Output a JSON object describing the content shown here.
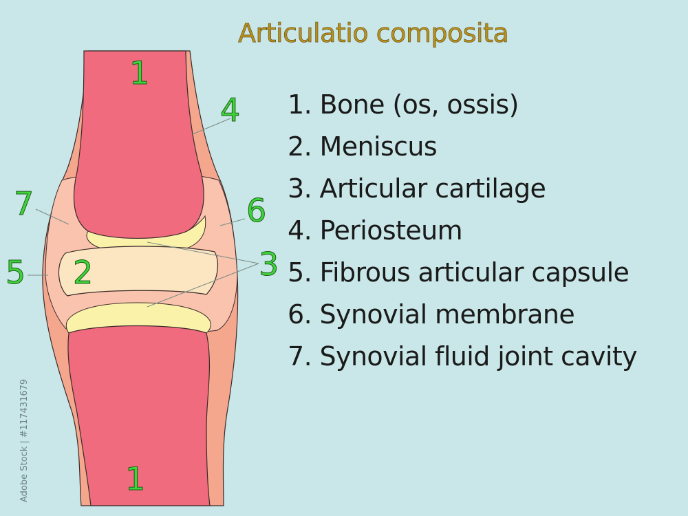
{
  "title": "Articulatio composita",
  "legend": [
    "1. Bone (os, ossis)",
    "2. Meniscus",
    "3. Articular cartilage",
    "4. Periosteum",
    "5. Fibrous articular capsule",
    "6. Synovial membrane",
    "7. Synovial fluid joint cavity"
  ],
  "callouts": {
    "bone_top": "1",
    "bone_bottom": "1",
    "meniscus": "2",
    "cartilage": "3",
    "periosteum": "4",
    "capsule": "5",
    "synovial_membrane": "6",
    "cavity": "7"
  },
  "watermark": "Adobe Stock | #117431679",
  "colors": {
    "background": "#c9e7e8",
    "bone": "#f06b7e",
    "periosteum": "#f5a78e",
    "cavity": "#f9c3ad",
    "meniscus": "#fbe6c1",
    "cartilage": "#fbf2a9",
    "label": "#3ed43a",
    "title": "#b8901e"
  }
}
